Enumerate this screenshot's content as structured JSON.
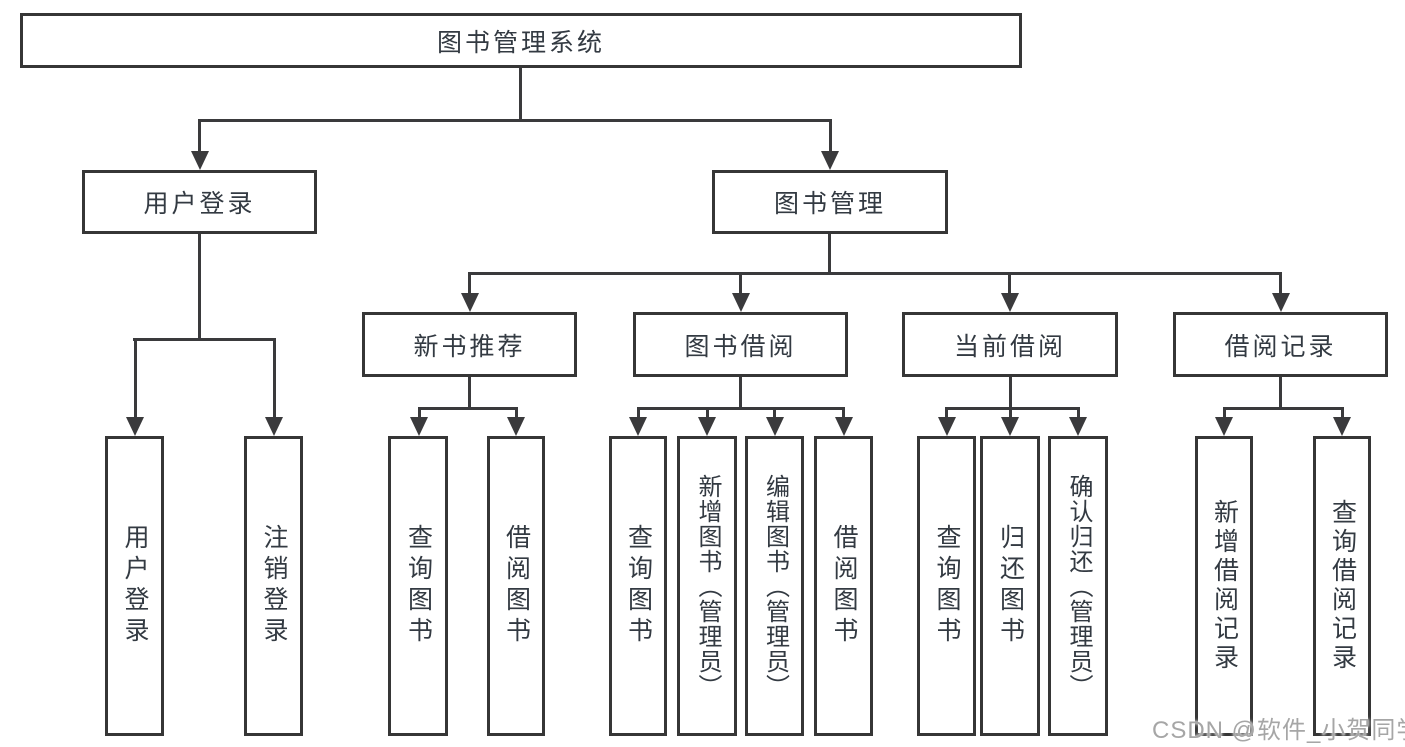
{
  "diagram": {
    "title": {
      "label": "图书管理系统"
    },
    "level2": {
      "user_login": {
        "label": "用户登录"
      },
      "book_management": {
        "label": "图书管理"
      }
    },
    "level3": {
      "new_book_recommend": {
        "label": "新书推荐"
      },
      "book_borrow": {
        "label": "图书借阅"
      },
      "current_borrow": {
        "label": "当前借阅"
      },
      "borrow_records": {
        "label": "借阅记录"
      }
    },
    "leaves": {
      "user_login": {
        "label": "用户登录"
      },
      "logout": {
        "label": "注销登录"
      },
      "recommend_query_books": {
        "label": "查询图书"
      },
      "recommend_borrow_books": {
        "label": "借阅图书"
      },
      "borrow_query_books": {
        "label": "查询图书"
      },
      "borrow_add_books": {
        "label": "新增图书（管理员）"
      },
      "borrow_edit_books": {
        "label": "编辑图书（管理员）"
      },
      "borrow_borrow_books": {
        "label": "借阅图书"
      },
      "current_query_books": {
        "label": "查询图书"
      },
      "current_return_books": {
        "label": "归还图书"
      },
      "current_confirm_return": {
        "label": "确认归还（管理员）"
      },
      "records_add_record": {
        "label": "新增借阅记录"
      },
      "records_query_record": {
        "label": "查询借阅记录"
      }
    },
    "watermark": {
      "label": "CSDN @软件_小贺同学"
    },
    "colors": {
      "line": "#3a3a3c",
      "border": "#363636",
      "text": "#333a42",
      "watermark": "#a6a6a6",
      "background": "#ffffff"
    }
  }
}
